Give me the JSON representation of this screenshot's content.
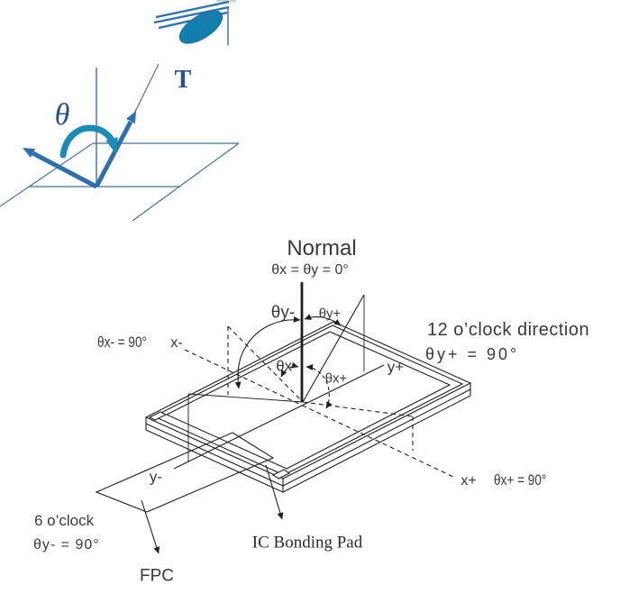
{
  "figure": {
    "top": {
      "theta_label": "θ",
      "t_label": "T"
    },
    "bottom": {
      "normal_label": "Normal",
      "normal_eq": "θx = θy = 0°",
      "arc_y_minus": "θy-",
      "arc_y_plus": "θy+",
      "twelve_oclock": "12 o’clock direction",
      "theta_y_plus_eq": "θy+ = 90°",
      "theta_x_minus_eq": "θx- = 90°",
      "x_minus_axis": "x-",
      "arc_x_minus": "θx-",
      "arc_x_plus": "θx+",
      "y_plus_axis": "y+",
      "y_minus_axis": "y-",
      "x_plus_axis": "x+",
      "theta_x_plus_eq": "θx+ = 90°",
      "six_oclock": "6 o’clock",
      "theta_y_minus_eq": "θy- = 90°",
      "fpc_label": "FPC",
      "ic_bonding_pad_label": "IC Bonding Pad"
    },
    "colors": {
      "sketch_blue": "#2e6fae",
      "sketch_thin_blue": "#44719f",
      "eye_teal": "#117fae",
      "swoosh_teal": "#1b8cb8",
      "ink": "#1f1f1f",
      "text": "#3a3a3a"
    }
  }
}
